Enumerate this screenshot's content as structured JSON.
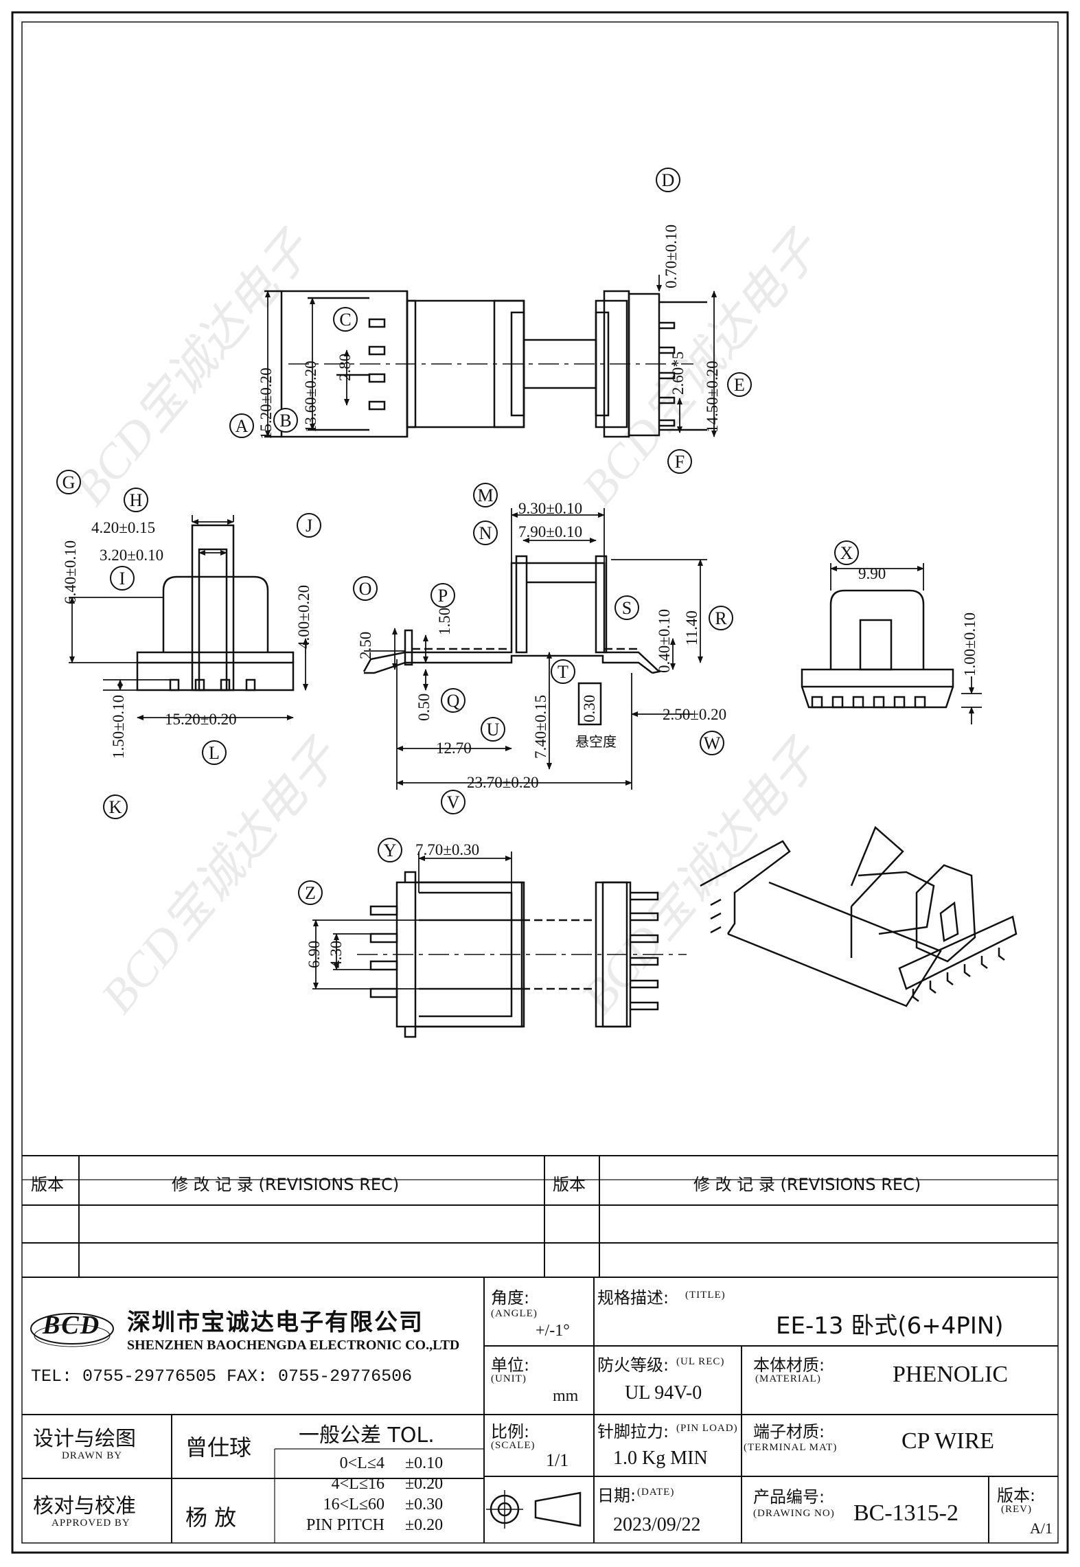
{
  "labels": [
    "A",
    "B",
    "C",
    "D",
    "E",
    "F",
    "G",
    "H",
    "I",
    "J",
    "K",
    "L",
    "M",
    "N",
    "O",
    "P",
    "Q",
    "R",
    "S",
    "T",
    "U",
    "V",
    "W",
    "X",
    "Y",
    "Z"
  ],
  "dims": {
    "A": "15.20±0.20",
    "B": "13.60±0.20",
    "C": "2.80",
    "D": "0.70±0.10",
    "E": "14.50±0.20",
    "F": "2.60*5",
    "G": "6.40±0.10",
    "H": "4.20±0.15",
    "I": "3.20±0.10",
    "J": "4.00±0.20",
    "K": "1.50±0.10",
    "L": "15.20±0.20",
    "M": "9.30±0.10",
    "N": "7.90±0.10",
    "O": "2.50",
    "P": "1.50",
    "Q": "0.50",
    "R": "11.40",
    "S": "0.40±0.10",
    "T": "0.30",
    "U": "12.70",
    "V": "23.70±0.20",
    "W": "2.50±0.20",
    "X": "9.90",
    "X2": "1.00±0.10",
    "Y": "7.70±0.30",
    "Z": "6.90",
    "Z2": "4.30",
    "T2": "7.40±0.15",
    "hang": "悬空度"
  },
  "watermark": "BCD宝诚达电子",
  "title_block": {
    "rev_hdr": "版本",
    "rev_rec": "修 改 记 录  (REVISIONS REC)",
    "company_cn": "深圳市宝诚达电子有限公司",
    "company_en": "SHENZHEN BAOCHENGDA ELECTRONIC CO.,LTD",
    "tel_fax": "TEL: 0755-29776505  FAX: 0755-29776506",
    "logo": "BCD",
    "angle_cn": "角度:",
    "angle_en": "(ANGLE)",
    "angle_val": "+/-1°",
    "title_cn": "规格描述:",
    "title_en": "(TITLE)",
    "title_val": "EE-13 卧式(6+4PIN)",
    "unit_cn": "单位:",
    "unit_en": "(UNIT)",
    "unit_val": "mm",
    "ul_cn": "防火等级:",
    "ul_en": "(UL REC)",
    "ul_val": "UL 94V-0",
    "mat_cn": "本体材质:",
    "mat_en": "(MATERIAL)",
    "mat_val": "PHENOLIC",
    "drawn_cn": "设计与绘图",
    "drawn_en": "DRAWN BY",
    "drawn_val": "曾仕球",
    "tol_hdr": "一般公差 TOL.",
    "tol_rows": [
      [
        "0<L≤4",
        "±0.10"
      ],
      [
        "4<L≤16",
        "±0.20"
      ],
      [
        "16<L≤60",
        "±0.30"
      ],
      [
        "PIN PITCH",
        "±0.20"
      ]
    ],
    "scale_cn": "比例:",
    "scale_en": "(SCALE)",
    "scale_val": "1/1",
    "pin_cn": "针脚拉力:",
    "pin_en": "(PIN LOAD)",
    "pin_val": "1.0 Kg MIN",
    "term_cn": "端子材质:",
    "term_en": "(TERMINAL MAT)",
    "term_val": "CP WIRE",
    "appr_cn": "核对与校准",
    "appr_en": "APPROVED BY",
    "appr_val": "杨  放",
    "date_cn": "日期:",
    "date_en": "(DATE)",
    "date_val": "2023/09/22",
    "dwg_cn": "产品编号:",
    "dwg_en": "(DRAWING NO)",
    "dwg_val": "BC-1315-2",
    "rev_cn": "版本:",
    "rev_en": "(REV)",
    "rev_val": "A/1"
  }
}
